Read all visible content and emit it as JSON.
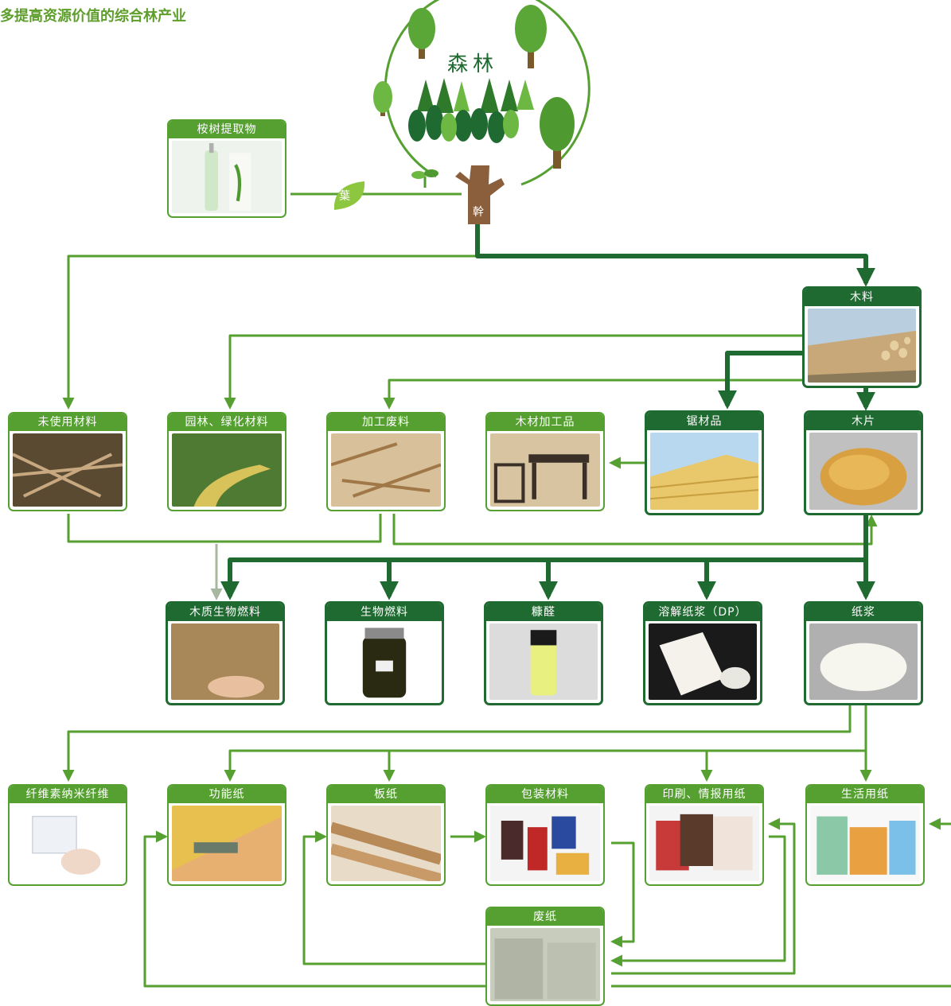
{
  "title": "多提高资源价值的综合林产业",
  "forest": {
    "label": "森林",
    "leaf_label": "葉",
    "trunk_label": "幹"
  },
  "nodes": {
    "eucalyptus": "桉树提取物",
    "timber": "木料",
    "unused": "未使用材料",
    "garden": "园林、绿化材料",
    "scrap": "加工废料",
    "wood_products": "木材加工品",
    "lumber": "锯材品",
    "chips": "木片",
    "biomass_fuel": "木质生物燃料",
    "biofuel": "生物燃料",
    "furfural": "糠醛",
    "dp": "溶解纸浆（DP）",
    "pulp": "纸浆",
    "cnf": "纤维素纳米纤维",
    "functional": "功能纸",
    "board": "板纸",
    "packaging": "包装材料",
    "printing": "印刷、情报用纸",
    "household": "生活用纸",
    "waste": "废纸"
  },
  "colors": {
    "light": "#56a032",
    "dark": "#1f6a30",
    "title": "#5e9e2c"
  }
}
